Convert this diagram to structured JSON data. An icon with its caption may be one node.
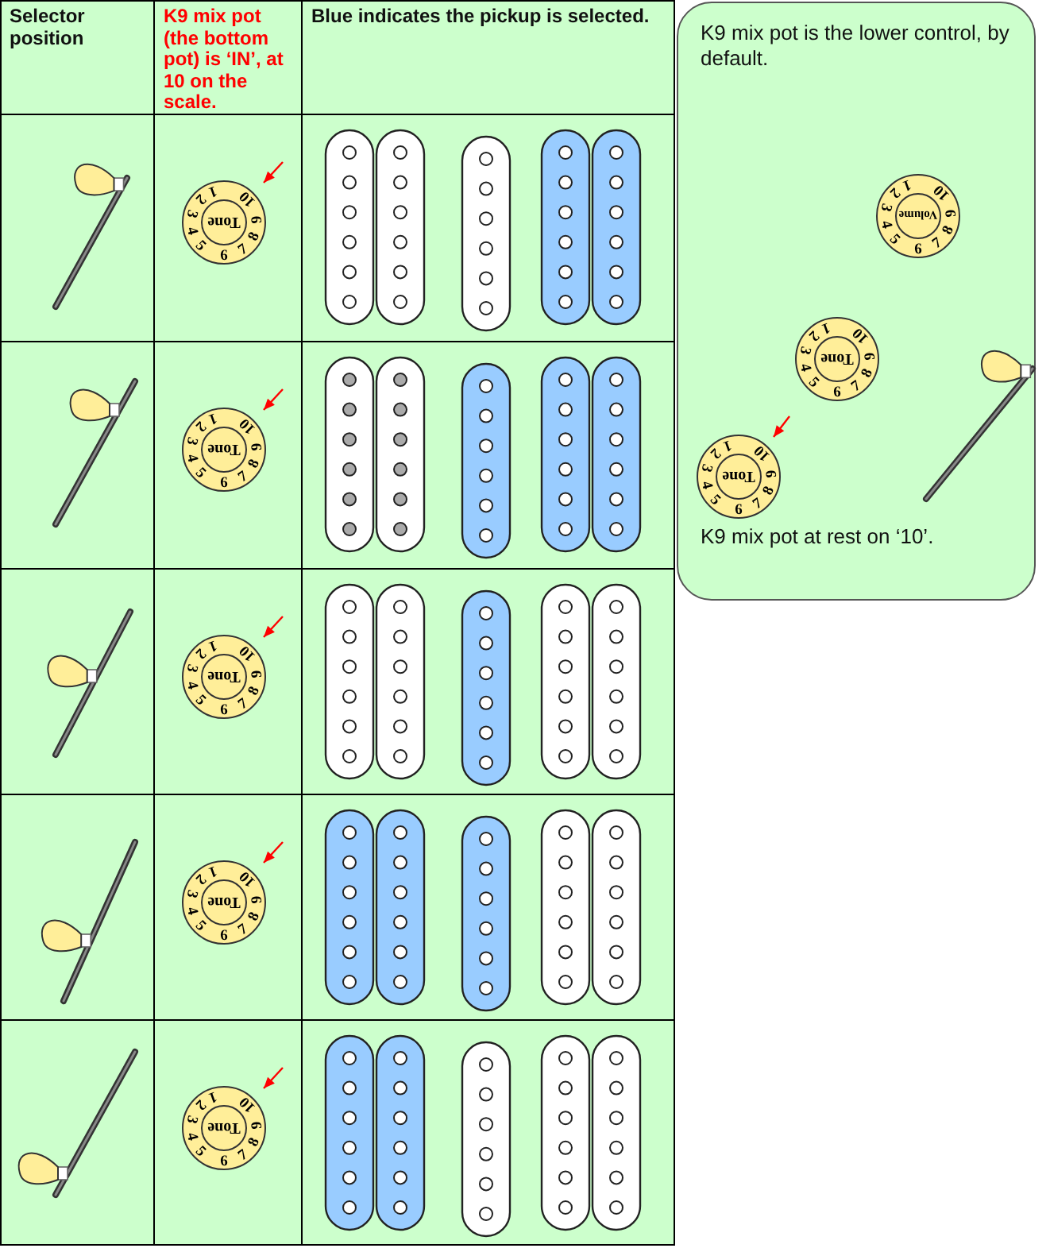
{
  "diagram": {
    "labels": [
      "Selector position",
      "K9 mix pot (the bottom pot) is ‘IN’, at 10 on the scale.",
      "Blue indicates the pickup is selected.",
      "Tone",
      "1",
      "2",
      "3",
      "4",
      "5",
      "6",
      "7",
      "8",
      "9",
      "10",
      "Tone",
      "1",
      "2",
      "3",
      "4",
      "5",
      "6",
      "7",
      "8",
      "9",
      "10",
      "Tone",
      "1",
      "2",
      "3",
      "4",
      "5",
      "6",
      "7",
      "8",
      "9",
      "10",
      "Tone",
      "1",
      "2",
      "3",
      "4",
      "5",
      "6",
      "7",
      "8",
      "9",
      "10",
      "Tone",
      "1",
      "2",
      "3",
      "4",
      "5",
      "6",
      "7",
      "8",
      "9",
      "10",
      "K9 mix pot is the lower control, by default.",
      "Volume",
      "1",
      "2",
      "3",
      "4",
      "5",
      "6",
      "7",
      "8",
      "9",
      "10",
      "Tone",
      "1",
      "2",
      "3",
      "4",
      "5",
      "6",
      "7",
      "8",
      "9",
      "10",
      "Tone",
      "1",
      "2",
      "3",
      "4",
      "5",
      "6",
      "7",
      "8",
      "9",
      "10",
      "K9 mix pot at rest on ‘10’."
    ]
  }
}
